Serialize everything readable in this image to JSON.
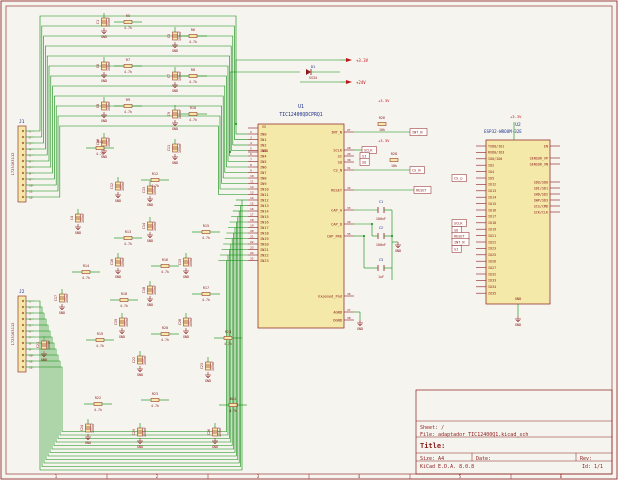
{
  "colors": {
    "wire": "#0a8a0a",
    "part": "#8b1a1a",
    "ref": "#1f2f8a",
    "power": "#c0141a",
    "bg": "#f5f4ef",
    "frame": "#8b1a1a"
  },
  "connectors": [
    {
      "ref": "J1",
      "part": "1723163112",
      "pins": [
        1,
        2,
        3,
        4,
        5,
        6,
        7,
        8,
        9,
        10,
        11,
        12
      ]
    },
    {
      "ref": "J2",
      "part": "1723163112",
      "pins": [
        1,
        2,
        3,
        4,
        5,
        6,
        7,
        8,
        9,
        10,
        11,
        12
      ]
    }
  ],
  "u1": {
    "ref": "U1",
    "part": "TIC12400QDCPRQ1",
    "left_pins": [
      {
        "num": "2",
        "name": "IN0"
      },
      {
        "num": "3",
        "name": "IN1"
      },
      {
        "num": "4",
        "name": "IN2"
      },
      {
        "num": "5",
        "name": "IN3"
      },
      {
        "num": "6",
        "name": "IN4"
      },
      {
        "num": "7",
        "name": "IN5"
      },
      {
        "num": "8",
        "name": "IN6"
      },
      {
        "num": "9",
        "name": "IN7"
      },
      {
        "num": "10",
        "name": "IN8"
      },
      {
        "num": "11",
        "name": "IN9"
      },
      {
        "num": "12",
        "name": "IN10"
      },
      {
        "num": "13",
        "name": "IN11"
      },
      {
        "num": "14",
        "name": "IN12"
      },
      {
        "num": "15",
        "name": "IN13"
      },
      {
        "num": "16",
        "name": "IN14"
      },
      {
        "num": "17",
        "name": "IN15"
      },
      {
        "num": "18",
        "name": "IN16"
      },
      {
        "num": "19",
        "name": "IN17"
      },
      {
        "num": "20",
        "name": "IN18"
      },
      {
        "num": "21",
        "name": "IN19"
      },
      {
        "num": "22",
        "name": "IN20"
      },
      {
        "num": "23",
        "name": "IN21"
      },
      {
        "num": "24",
        "name": "IN22"
      },
      {
        "num": "25",
        "name": "IN23"
      }
    ],
    "right_pins": [
      {
        "num": "27",
        "name": "INT_N"
      },
      {
        "num": "28",
        "name": "SCLK"
      },
      {
        "num": "29",
        "name": "SI"
      },
      {
        "num": "30",
        "name": "SO"
      },
      {
        "num": "31",
        "name": "CS_N"
      },
      {
        "num": "32",
        "name": "RESET"
      },
      {
        "num": "33",
        "name": "CAP_A"
      },
      {
        "num": "34",
        "name": "CAP_D"
      },
      {
        "num": "35",
        "name": "CAP_PRE"
      },
      {
        "num": "36",
        "name": "Exposed_Pad"
      },
      {
        "num": "37",
        "name": "AGND"
      },
      {
        "num": "38",
        "name": "DGND"
      }
    ],
    "top_pins": [
      {
        "num": "1",
        "name": "VS"
      },
      {
        "num": "26",
        "name": "VDD"
      }
    ]
  },
  "u2": {
    "ref": "U2",
    "part": "ESP32-WROOM-32E",
    "vcc": "+3.3V",
    "left_pins": [
      "TXD0/IO1",
      "RXD0/IO3",
      "IO0/IO0",
      "IO2",
      "IO4",
      "IO5",
      "IO12",
      "IO13",
      "IO14",
      "IO15",
      "IO16",
      "IO17",
      "IO18",
      "IO19",
      "IO21",
      "IO22",
      "IO23",
      "IO25",
      "IO26",
      "IO27",
      "IO32",
      "IO33",
      "IO34",
      "IO35"
    ],
    "right_pins": [
      "EN",
      "SENSOR_VP",
      "SENSOR_VN",
      "SDO/SD0",
      "SDI/SD1",
      "SHD/SD2",
      "SWP/SD3",
      "SCS/CMD",
      "SCK/CLK"
    ],
    "gnd": "GND"
  },
  "power": {
    "v33": "+3.3V",
    "v24": "+24V",
    "gnd": "GND"
  },
  "diode": {
    "ref": "D1",
    "part": "SS34"
  },
  "passives": [
    {
      "ref": "R5",
      "value": "4.7k"
    },
    {
      "ref": "R6",
      "value": "4.7k"
    },
    {
      "ref": "R7",
      "value": "4.7k"
    },
    {
      "ref": "R8",
      "value": "4.7k"
    },
    {
      "ref": "R9",
      "value": "4.7k"
    },
    {
      "ref": "R10",
      "value": "4.7k"
    },
    {
      "ref": "R11",
      "value": "4.7k"
    },
    {
      "ref": "R12",
      "value": "4.7k"
    },
    {
      "ref": "R13",
      "value": "4.7k"
    },
    {
      "ref": "R14",
      "value": "4.7k"
    },
    {
      "ref": "R15",
      "value": "4.7k"
    },
    {
      "ref": "R16",
      "value": "4.7k"
    },
    {
      "ref": "R17",
      "value": "4.7k"
    },
    {
      "ref": "R18",
      "value": "4.7k"
    },
    {
      "ref": "R19",
      "value": "4.7k"
    },
    {
      "ref": "R20",
      "value": "4.7k"
    },
    {
      "ref": "R21",
      "value": "4.7k"
    },
    {
      "ref": "R22",
      "value": "4.7k"
    },
    {
      "ref": "R23",
      "value": "4.7k"
    },
    {
      "ref": "R24",
      "value": "4.7k"
    },
    {
      "ref": "R26",
      "value": "10k"
    },
    {
      "ref": "R28",
      "value": "10k"
    },
    {
      "ref": "C1",
      "value": "100nF"
    },
    {
      "ref": "C2",
      "value": "100nF"
    },
    {
      "ref": "C3",
      "value": "1uF"
    },
    {
      "ref": "C4",
      "value": "100nF"
    },
    {
      "ref": "C5",
      "value": "100nF"
    },
    {
      "ref": "C6",
      "value": "100nF"
    },
    {
      "ref": "C7",
      "value": "100nF"
    },
    {
      "ref": "C8",
      "value": "100nF"
    },
    {
      "ref": "C9",
      "value": "100nF"
    },
    {
      "ref": "C10",
      "value": "100nF"
    },
    {
      "ref": "C11",
      "value": "100nF"
    },
    {
      "ref": "C12",
      "value": "100nF"
    },
    {
      "ref": "C13",
      "value": "100nF"
    },
    {
      "ref": "C14",
      "value": "100nF"
    },
    {
      "ref": "C15",
      "value": "100nF"
    },
    {
      "ref": "C16",
      "value": "100nF"
    },
    {
      "ref": "C17",
      "value": "100nF"
    },
    {
      "ref": "C18",
      "value": "100nF"
    },
    {
      "ref": "C19",
      "value": "100nF"
    },
    {
      "ref": "C20",
      "value": "100nF"
    },
    {
      "ref": "C21",
      "value": "100nF"
    },
    {
      "ref": "C22",
      "value": "100nF"
    },
    {
      "ref": "C23",
      "value": "100nF"
    },
    {
      "ref": "C24",
      "value": "100nF"
    },
    {
      "ref": "C25",
      "value": "100nF"
    },
    {
      "ref": "C26",
      "value": "100nF"
    },
    {
      "ref": "C27",
      "value": "100nF"
    }
  ],
  "net_labels": {
    "int_n": "INT_N",
    "sclk": "SCLK",
    "si": "SI",
    "so": "SO",
    "cs_n": "CS_N",
    "cs_p": "CS_p",
    "reset": "RESET"
  },
  "title_block": {
    "sheet": "Sheet: /",
    "file": "File: adaptador TIC12400Q1.kicad_sch",
    "title_label": "Title:",
    "size": "Size: A4",
    "date_label": "Date:",
    "rev_label": "Rev:",
    "kicad": "KiCad E.D.A. 8.0.8",
    "id": "Id: 1/1"
  },
  "frame": {
    "cols": [
      "1",
      "2",
      "3",
      "4",
      "5",
      "6"
    ]
  }
}
